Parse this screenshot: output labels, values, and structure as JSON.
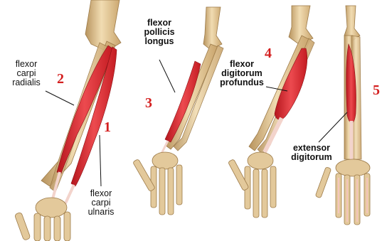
{
  "labels": {
    "fcr": [
      "flexor",
      "carpi",
      "radialis"
    ],
    "fcu": [
      "flexor",
      "carpi",
      "ulnaris"
    ],
    "fpl": [
      "flexor",
      "pollicis",
      "longus"
    ],
    "fdp": [
      "flexor",
      "digitorum",
      "profundus"
    ],
    "ed": [
      "extensor",
      "digitorum"
    ]
  },
  "numbers": {
    "n1": "1",
    "n2": "2",
    "n3": "3",
    "n4": "4",
    "n5": "5"
  },
  "colors": {
    "bone": "#e3c99b",
    "bone_dark": "#b8945e",
    "muscle": "#d8282e",
    "muscle_light": "#ef6a6a",
    "tendon": "#f3d4cc",
    "number": "#d42020"
  }
}
